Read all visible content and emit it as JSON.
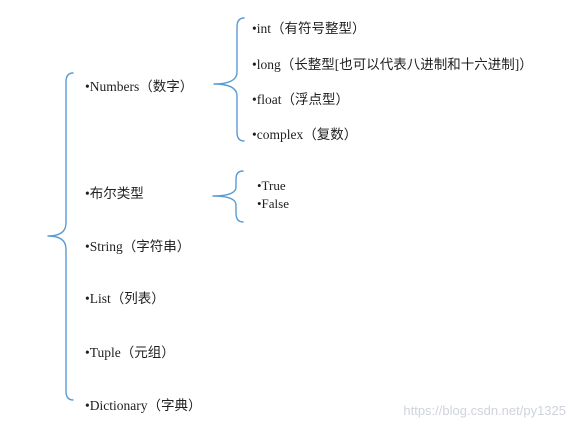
{
  "main": {
    "items": [
      "•Numbers（数字）",
      "•布尔类型",
      "•String（字符串）",
      "•List（列表）",
      "•Tuple（元组）",
      "•Dictionary（字典）"
    ]
  },
  "numbers": {
    "items": [
      "•int（有符号整型）",
      "•long（长整型[也可以代表八进制和十六进制]）",
      "•float（浮点型）",
      "•complex（复数）"
    ]
  },
  "boolean": {
    "items": [
      "•True",
      "•False"
    ]
  },
  "watermark": "https://blog.csdn.net/py1325",
  "colors": {
    "bracket": "#5b9bd5",
    "text": "#1f1f1f",
    "watermark": "#cfd3da"
  }
}
